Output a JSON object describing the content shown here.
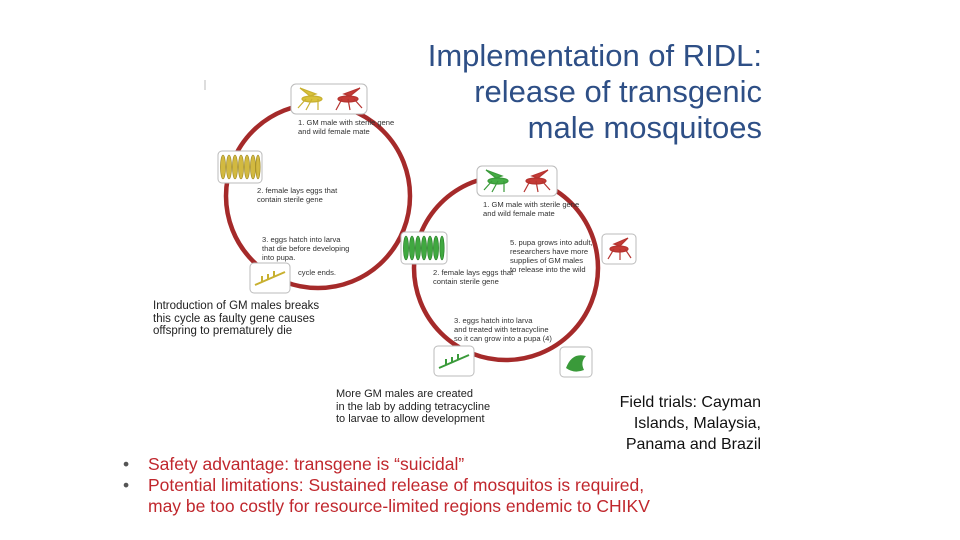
{
  "title": {
    "line1": "Implementation of RIDL:",
    "line2": "release of transgenic",
    "line3": "male mosquitoes"
  },
  "left_cycle": {
    "step1": [
      "1. GM male with sterile gene",
      "and wild female mate"
    ],
    "step2": [
      "2. female lays eggs that",
      "contain sterile gene"
    ],
    "step3": [
      "3. eggs hatch into larva",
      "that die before developing",
      "into pupa."
    ],
    "cycle_end": "cycle ends.",
    "note": [
      "Introduction of  GM males breaks",
      "this cycle as faulty gene causes",
      "offspring to prematurely die"
    ]
  },
  "right_cycle": {
    "step1": [
      "1. GM male with sterile gene",
      "and wild female mate"
    ],
    "step2": [
      "2. female lays eggs that",
      "contain sterile gene"
    ],
    "step3": [
      "3. eggs hatch into larva",
      "and treated with tetracycline",
      "so it can grow into a pupa (4)"
    ],
    "step5": [
      "5. pupa grows into adult,",
      "researchers have more",
      "supplies of GM males",
      "to release into the wild"
    ],
    "note": [
      "More GM males are created",
      "in the lab by adding tetracycline",
      "to larvae to allow development"
    ]
  },
  "field_trials": {
    "line1": "Field trials: Cayman",
    "line2": "Islands, Malaysia,",
    "line3": "Panama and Brazil"
  },
  "bullets": {
    "marker": "•",
    "item1": "Safety advantage: transgene is “suicidal”",
    "item2_line1": "Potential limitations: Sustained release of mosquitos is required,",
    "item2_line2": "may be too costly for resource-limited regions endemic to CHIKV"
  },
  "colors": {
    "title": "#2e4f86",
    "cycle_ring": "#a52a2a",
    "bullet_text": "#c0272d",
    "gm_left": "#c8b030",
    "gm_right": "#3a9a3a"
  }
}
